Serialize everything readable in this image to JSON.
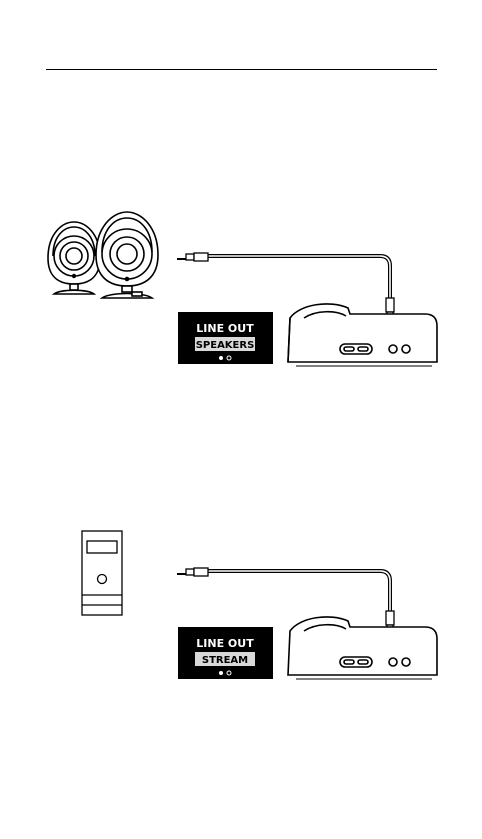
{
  "panels": [
    {
      "id": "speakers",
      "device": "desktop-speakers",
      "screen": {
        "line1": "LINE OUT",
        "line2": "SPEAKERS",
        "page_count": 2,
        "active_page": 0
      }
    },
    {
      "id": "stream",
      "device": "pc-tower",
      "screen": {
        "line1": "LINE OUT",
        "line2": "STREAM",
        "page_count": 2,
        "active_page": 0
      }
    }
  ],
  "colors": {
    "ink": "#000000",
    "paper": "#ffffff",
    "screen_bg": "#000000",
    "highlight": "#d9d9d9"
  }
}
